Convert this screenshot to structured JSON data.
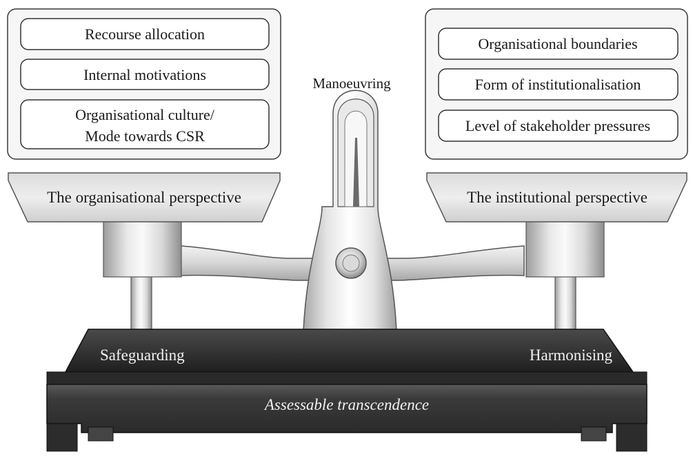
{
  "left_panel": {
    "items": [
      "Recourse allocation",
      "Internal motivations",
      "Organisational culture/",
      "Mode towards CSR"
    ],
    "pan_label": "The organisational perspective"
  },
  "right_panel": {
    "items": [
      "Organisational boundaries",
      "Form of  institutionalisation",
      "Level of stakeholder pressures"
    ],
    "pan_label": "The institutional perspective"
  },
  "pillar_label": "Manoeuvring",
  "base": {
    "left_label": "Safeguarding",
    "right_label": "Harmonising",
    "front_label": "Assessable transcendence"
  },
  "colors": {
    "outline": "#3a3a3a",
    "panel_fill": "#f4f4f4",
    "metal_light": "#e6e6e6",
    "metal_dark": "#9a9a9a",
    "base_dark": "#1e1e1e"
  }
}
